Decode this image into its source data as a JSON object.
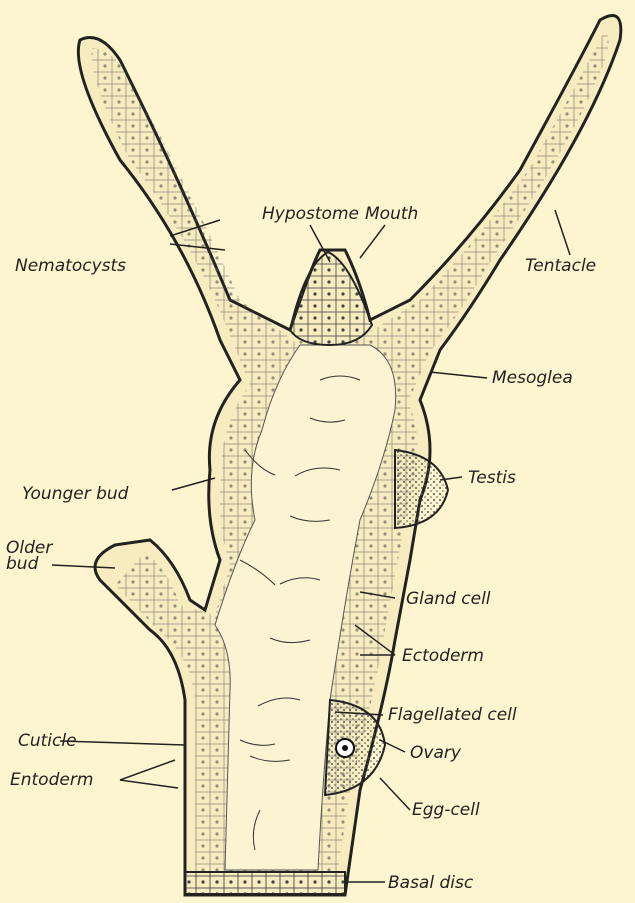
{
  "figure": {
    "background": "#fdf5cf",
    "ink": "#2a2a2a"
  },
  "labels": {
    "hypostome": "Hypostome",
    "mouth": "Mouth",
    "nematocysts": "Nematocysts",
    "tentacle": "Tentacle",
    "mesoglea": "Mesoglea",
    "testis": "Testis",
    "younger_bud": "Younger bud",
    "older_bud_line1": "Older",
    "older_bud_line2": "bud",
    "gland_cell": "Gland cell",
    "ectoderm": "Ectoderm",
    "flagellated_cell": "Flagellated cell",
    "cuticle": "Cuticle",
    "ovary": "Ovary",
    "entoderm": "Entoderm",
    "egg_cell": "Egg-cell",
    "basal_disc": "Basal disc"
  }
}
